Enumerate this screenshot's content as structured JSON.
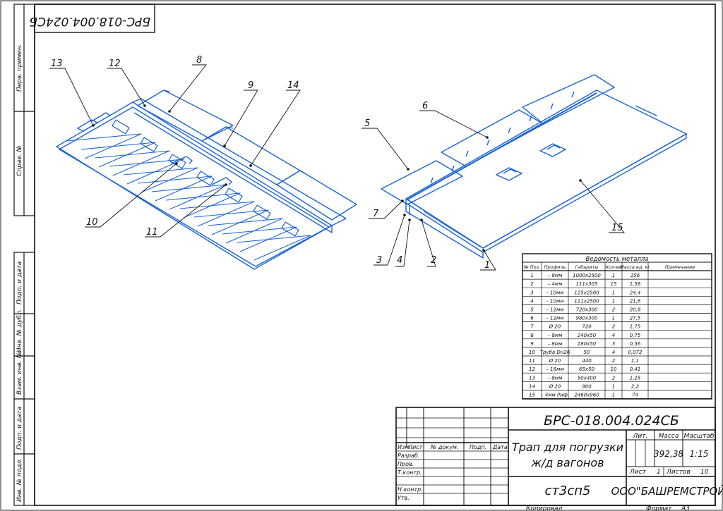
{
  "top_code": "БРС-018.004.024СБ",
  "side_labels": [
    "Перв. примен.",
    "Справ. №",
    "Подп. и дата",
    "Инв. № дубл.",
    "Взам. инв. №",
    "Подп. и дата",
    "Инв. № подл."
  ],
  "callouts": [
    "13",
    "12",
    "8",
    "9",
    "14",
    "10",
    "11",
    "5",
    "6",
    "7",
    "3",
    "4",
    "2",
    "1",
    "15"
  ],
  "metal_table": {
    "title": "Ведомость металла",
    "headers": [
      "№ Поз.",
      "Профиль",
      "Габариты",
      "Кол-во",
      "Масса ед. кг",
      "Примечание"
    ],
    "rows": [
      [
        "1",
        "– 8мм",
        "1000х2500",
        "1",
        "156",
        ""
      ],
      [
        "2",
        "– 4мм",
        "111х305",
        "15",
        "1,58",
        ""
      ],
      [
        "3",
        "– 10мм",
        "125х2500",
        "1",
        "24,4",
        ""
      ],
      [
        "4",
        "– 10мм",
        "111х2500",
        "1",
        "21,6",
        ""
      ],
      [
        "5",
        "– 12мм",
        "720х300",
        "2",
        "20,8",
        ""
      ],
      [
        "6",
        "– 12мм",
        "980х300",
        "1",
        "27,5",
        ""
      ],
      [
        "7",
        "Ø 20",
        "720",
        "2",
        "1,75",
        ""
      ],
      [
        "8",
        "– 8мм",
        "240х50",
        "4",
        "0,75",
        ""
      ],
      [
        "9",
        "– 8мм",
        "180х50",
        "3",
        "0,56",
        ""
      ],
      [
        "10",
        "Труба Dн26",
        "50",
        "4",
        "0,072",
        ""
      ],
      [
        "11",
        "Ø 20",
        "440",
        "2",
        "1,1",
        ""
      ],
      [
        "12",
        "– 16мм",
        "65х50",
        "10",
        "0,41",
        ""
      ],
      [
        "13",
        "– 8мм",
        "50х400",
        "2",
        "1,25",
        ""
      ],
      [
        "14",
        "Ø 20",
        "900",
        "1",
        "2,2",
        ""
      ],
      [
        "15",
        "– 4мм Риф.",
        "2460х960",
        "1",
        "74",
        ""
      ]
    ]
  },
  "title_block": {
    "code": "БРС-018.004.024СБ",
    "name_line1": "Трап для погрузки",
    "name_line2": "ж/д вагонов",
    "material": "ст3сп5",
    "company": "ООО\"БАШРЕМСТРОЙ\"",
    "lit_label": "Лит.",
    "mass_label": "Масса",
    "scale_label": "Масштаб",
    "mass": "392,38",
    "scale": "1:15",
    "sheet_label": "Лист",
    "sheet_value": "1",
    "sheets_label": "Листов",
    "sheets_value": "10",
    "rev_headers": [
      "Изм.",
      "Лист",
      "№ докум.",
      "Подп.",
      "Дата"
    ],
    "roles": [
      "Разраб.",
      "Пров.",
      "Т.контр.",
      "",
      "Н.контр.",
      "Утв."
    ],
    "copied": "Копировал",
    "format_label": "Формат",
    "format_value": "А3"
  },
  "colors": {
    "line": "#111111",
    "model": "#1b63d6"
  }
}
